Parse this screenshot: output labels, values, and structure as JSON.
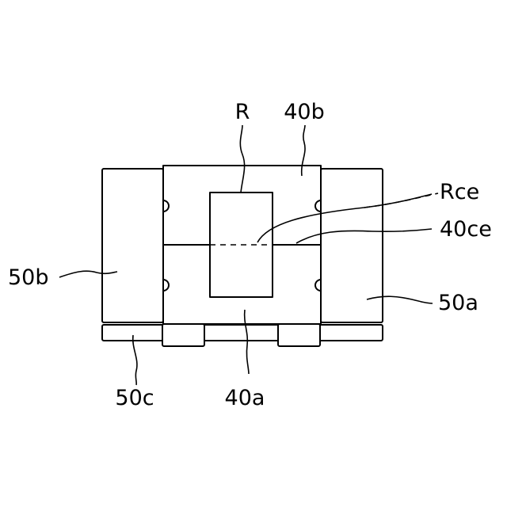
{
  "labels": {
    "R": "R",
    "40b": "40b",
    "Rce": "Rce",
    "40ce": "40ce",
    "50b": "50b",
    "50a": "50a",
    "50c": "50c",
    "40a": "40a"
  },
  "colors": {
    "line": "#000000",
    "background": "#ffffff"
  }
}
